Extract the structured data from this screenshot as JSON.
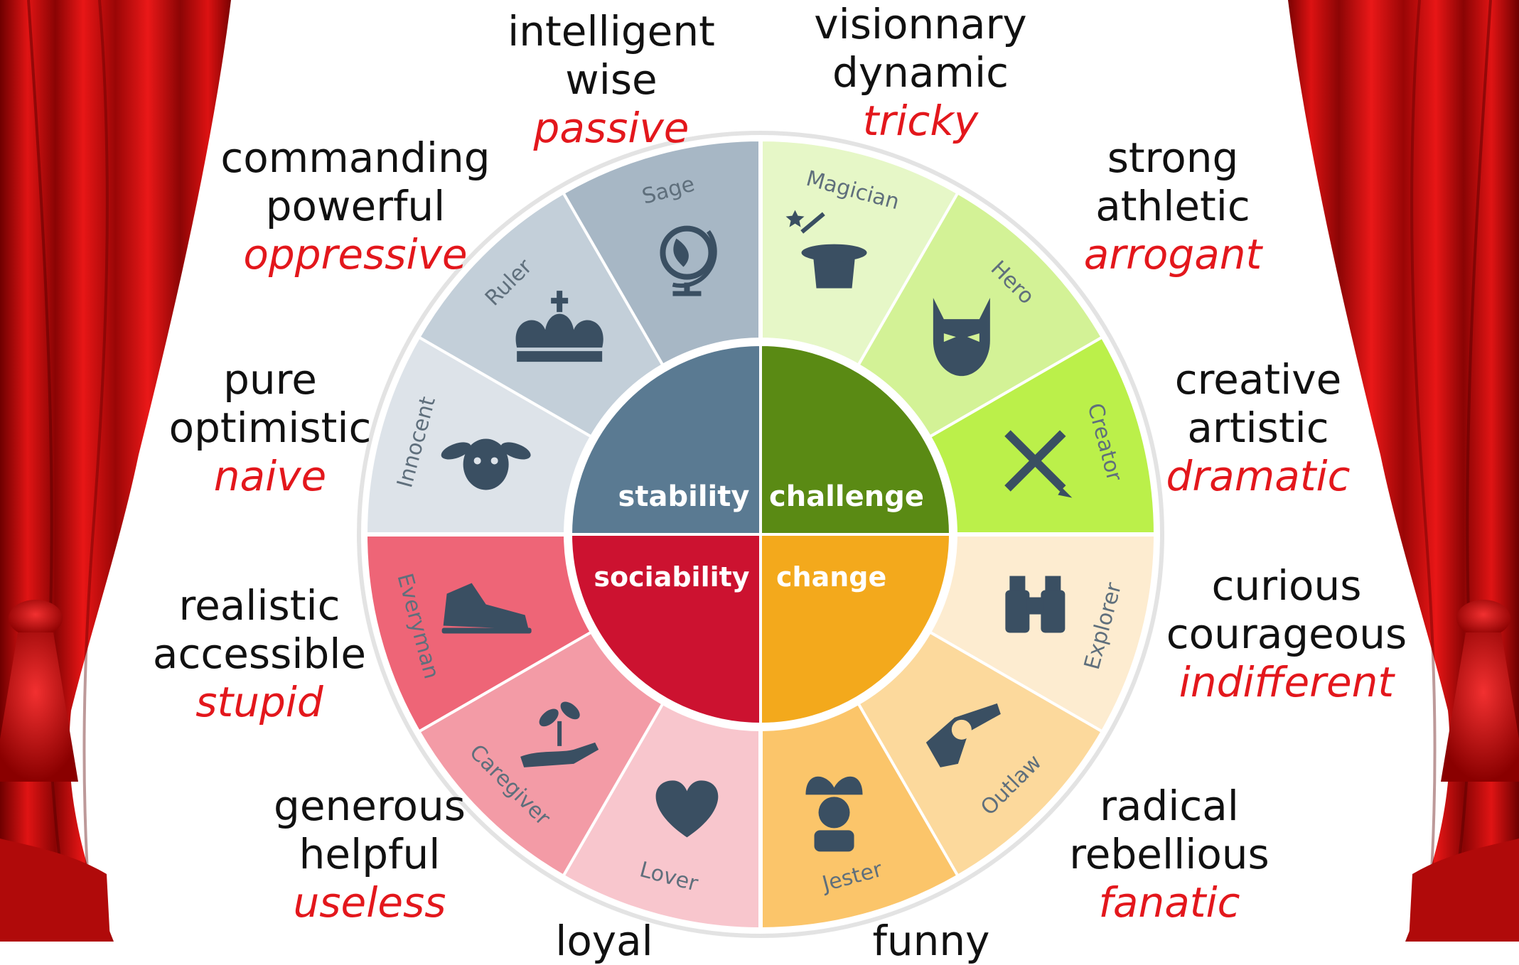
{
  "center": {
    "stability": "stability",
    "challenge": "challenge",
    "sociability": "sociability",
    "change": "change"
  },
  "archetypes": [
    {
      "key": "innocent",
      "label": "Innocent",
      "icon": "sheep-icon",
      "fill": "#dde3e9"
    },
    {
      "key": "ruler",
      "label": "Ruler",
      "icon": "crown-icon",
      "fill": "#c3cfd9"
    },
    {
      "key": "sage",
      "label": "Sage",
      "icon": "globe-icon",
      "fill": "#a7b7c5"
    },
    {
      "key": "magician",
      "label": "Magician",
      "icon": "magic-hat-icon",
      "fill": "#e6f7c7"
    },
    {
      "key": "hero",
      "label": "Hero",
      "icon": "mask-icon",
      "fill": "#d3f296"
    },
    {
      "key": "creator",
      "label": "Creator",
      "icon": "tools-icon",
      "fill": "#bbf04a"
    },
    {
      "key": "explorer",
      "label": "Explorer",
      "icon": "binoculars-icon",
      "fill": "#fdecd0"
    },
    {
      "key": "outlaw",
      "label": "Outlaw",
      "icon": "revolver-icon",
      "fill": "#fcd99c"
    },
    {
      "key": "jester",
      "label": "Jester",
      "icon": "jester-icon",
      "fill": "#fbc56a"
    },
    {
      "key": "lover",
      "label": "Lover",
      "icon": "heart-icon",
      "fill": "#f8c6cd"
    },
    {
      "key": "caregiver",
      "label": "Caregiver",
      "icon": "plant-hand-icon",
      "fill": "#f39ba6"
    },
    {
      "key": "everyman",
      "label": "Everyman",
      "icon": "sneaker-icon",
      "fill": "#ee6577"
    }
  ],
  "traits": {
    "sage": {
      "pos": [
        "intelligent",
        "wise"
      ],
      "neg": "passive"
    },
    "magician": {
      "pos": [
        "visionnary",
        "dynamic"
      ],
      "neg": "tricky"
    },
    "ruler": {
      "pos": [
        "commanding",
        "powerful"
      ],
      "neg": "oppressive"
    },
    "hero": {
      "pos": [
        "strong",
        "athletic"
      ],
      "neg": "arrogant"
    },
    "innocent": {
      "pos": [
        "pure",
        "optimistic"
      ],
      "neg": "naive"
    },
    "creator": {
      "pos": [
        "creative",
        "artistic"
      ],
      "neg": "dramatic"
    },
    "everyman": {
      "pos": [
        "realistic",
        "accessible"
      ],
      "neg": "stupid"
    },
    "explorer": {
      "pos": [
        "curious",
        "courageous"
      ],
      "neg": "indifferent"
    },
    "caregiver": {
      "pos": [
        "generous",
        "helpful"
      ],
      "neg": "useless"
    },
    "outlaw": {
      "pos": [
        "radical",
        "rebellious"
      ],
      "neg": "fanatic"
    },
    "lover": {
      "pos": [
        "loyal"
      ],
      "neg": ""
    },
    "jester": {
      "pos": [
        "funny"
      ],
      "neg": ""
    }
  },
  "colors": {
    "stability": "#5a7a92",
    "challenge": "#5a8a14",
    "sociability": "#cc1230",
    "change": "#f3a91c",
    "icon": "#3a4f62",
    "negative_trait": "#e3171c",
    "curtain": "#d10d10"
  }
}
